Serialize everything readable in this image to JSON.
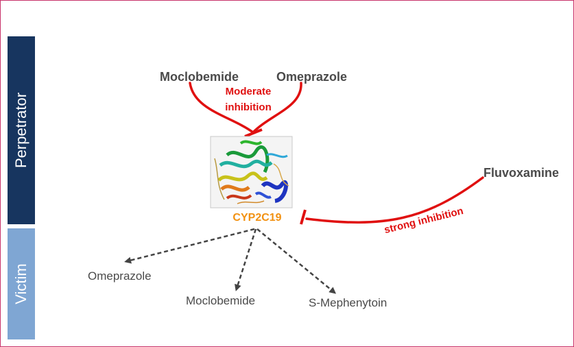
{
  "sidebar": {
    "perpetrator_label": "Perpetrator",
    "victim_label": "Victim"
  },
  "perpetrators": {
    "drug_1": "Moclobemide",
    "drug_2": "Omeprazole",
    "drug_3": "Fluvoxamine"
  },
  "inhibition": {
    "moderate_line1": "Moderate",
    "moderate_line2": "inhibition",
    "strong": "strong inhibition"
  },
  "enzyme": {
    "name": "CYP2C19"
  },
  "victims": {
    "victim_1": "Omeprazole",
    "victim_2": "Moclobemide",
    "victim_3": "S-Mephenytoin"
  },
  "colors": {
    "inhibition_red": "#e01010",
    "enzyme_orange": "#f29111",
    "perpetrator_bar": "#17355f",
    "victim_bar": "#7fa6d3",
    "frame_border": "#c8336a"
  }
}
